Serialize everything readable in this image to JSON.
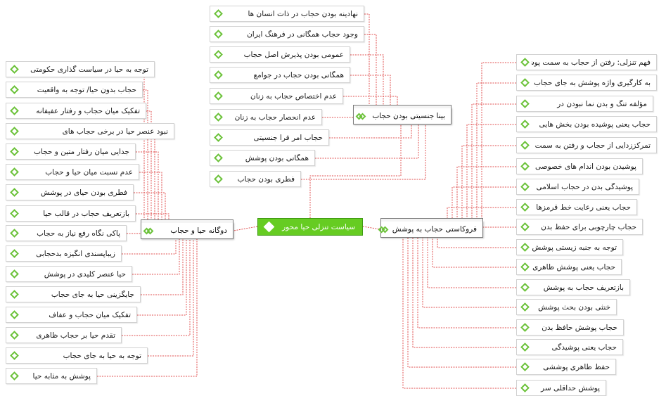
{
  "root": {
    "label": "سیاست تنزلی حیا محور"
  },
  "branches": {
    "top": {
      "label": "بینا جنسیتی بودن حجاب"
    },
    "left": {
      "label": "دوگانه حیا و حجاب"
    },
    "right": {
      "label": "فروکاستی حجاب به پوشش"
    }
  },
  "top_items": [
    "نهادینه بودن حجاب در ذات انسان ها",
    "وجود حجاب همگانی در فرهنگ ایران",
    "عمومی بودن پذیرش اصل حجاب",
    "همگانی بودن حجاب در جوامع",
    "عدم اختصاص حجاب به زنان",
    "عدم انحصار حجاب به زنان",
    "حجاب امر فرا جنسیتی",
    "همگانی بودن پوشش",
    "فطری بودن حجاب"
  ],
  "left_items": [
    "توجه به حیا در سیاست گذاری حکومتی",
    "حجاب بدون حیا/ توجه به واقعیت",
    "تفکیک میان حجاب و رفتار عفیفانه",
    "نبود عنصر حیا در برخی حجاب های",
    "جدایی میان رفتار متین و حجاب",
    "عدم نسبت میان حیا و حجاب",
    "فطری بودن حیای در پوشش",
    "بازتعریف حجاب در قالب حیا",
    "پاکی نگاه رفع نیاز به حجاب",
    "زیباپسندی انگیزه بدحجابی",
    "حیا عنصر کلیدی در پوشش",
    "جایگزینی حیا به جای حجاب",
    "تفکیک میان حجاب و عفاف",
    "تقدم حیا بر حجاب ظاهری",
    "توجه به حیا به جای حجاب",
    "پوشش به مثابه حیا"
  ],
  "right_items": [
    "فهم تنزلی: رفتن از حجاب به سمت پوشش",
    "به کارگیری واژه پوشش به جای حجاب",
    "مؤلفه تنگ و بدن نما نبودن در",
    "حجاب یعنی پوشیده بودن بخش هایی",
    "تمرکززدایی از حجاب و رفتن به سمت",
    "پوشیدن بودن اندام های خصوصی",
    "پوشیدگی بدن در حجاب اسلامی",
    "حجاب یعنی رعایت خط قرمزها",
    "حجاب چارچوبی برای حفظ بدن",
    "توجه به جنبه زیستی پوشش",
    "حجاب یعنی پوشش ظاهری",
    "بازتعریف حجاب به پوشش",
    "خنثی بودن بحث پوشش",
    "حجاب پوشش حافظ بدن",
    "حجاب یعنی پوشیدگی",
    "حفظ ظاهری پوششی",
    "پوشش حداقلی سر"
  ],
  "colors": {
    "accent": "#66cc22",
    "connector": "#e05050",
    "node_border": "#d2d2d2",
    "branch_border": "#7a7a7a"
  },
  "icons": {
    "topic_marker": "diamond-icon",
    "branch_marker": "double-diamond-icon"
  }
}
